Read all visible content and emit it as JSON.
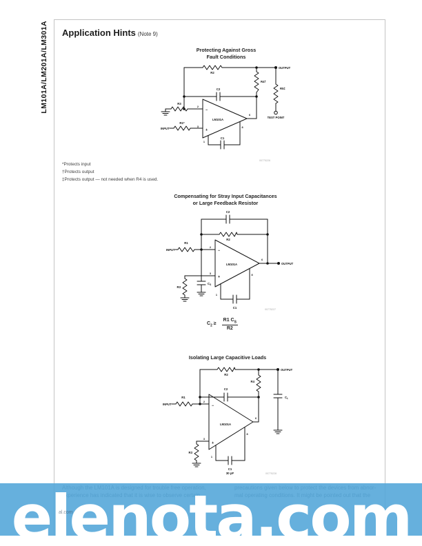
{
  "page": {
    "sidebar_vertical_text": "LM101A/LM201A/LM301A",
    "heading": "Application Hints",
    "heading_note": "(Note 9)",
    "footer_fragment": "al.com"
  },
  "fig1": {
    "title1": "Protecting Against Gross",
    "title2": "Fault Conditions",
    "code": "00775226",
    "input": "INPUT",
    "output": "OUTPUT",
    "test_point": "TEST POINT",
    "opamp": "LM101A",
    "r1": "R1*",
    "r2": "R2",
    "r3": "R3",
    "r4": "R4†",
    "r5": "R5‡",
    "c1": "C1",
    "c2": "C2",
    "pin1": "1",
    "pin2": "2",
    "pin3": "3",
    "pin6": "6",
    "pin8": "8",
    "minus": "−",
    "plus": "+"
  },
  "fig2": {
    "title1": "Compensating for Stray Input Capacitances",
    "title2": "or Large Feedback Resistor",
    "code": "00775227",
    "input": "INPUT",
    "output": "OUTPUT",
    "opamp": "LM101A",
    "r1": "R1",
    "r2": "R2",
    "r3": "R3",
    "c1": "C1",
    "c2": "C2",
    "cs_base": "C",
    "cs_sub": "S",
    "pin1": "1",
    "pin2": "2",
    "pin3": "3",
    "pin6": "6",
    "pin8": "8",
    "minus": "−",
    "plus": "+"
  },
  "fig3": {
    "title": "Isolating Large Capacitive Loads",
    "code": "00775228",
    "input": "INPUT",
    "output": "OUTPUT",
    "opamp": "LM101A",
    "r1": "R1",
    "r2": "R2",
    "r3": "R3",
    "r4": "R4",
    "c1": "C1",
    "c1_value": "30 pF",
    "c2": "C2",
    "cl_base": "C",
    "cl_sub": "L",
    "pin1": "1",
    "pin2": "2",
    "pin3": "3",
    "pin6": "6",
    "pin8": "8",
    "minus": "−",
    "plus": "+"
  },
  "footnotes": [
    "*Protects input",
    "†Protects output",
    "‡Protects output — not needed when R4 is used."
  ],
  "formula": {
    "lhs_base": "C",
    "lhs_sub": "2",
    "geq": "≥",
    "num_main": "R1 C",
    "num_sub": "S",
    "den": "R2"
  },
  "paragraphs": {
    "left": [
      "Although the LM101A is designed for trouble free operation,",
      "experience has indicated that it is wise to observe certain"
    ],
    "right": [
      "precautions given below to protect the devices from abnor-",
      "mal operating conditions. It might be pointed out that the"
    ]
  },
  "banner": {
    "text": "elenota.com",
    "color": "#57a8da"
  }
}
